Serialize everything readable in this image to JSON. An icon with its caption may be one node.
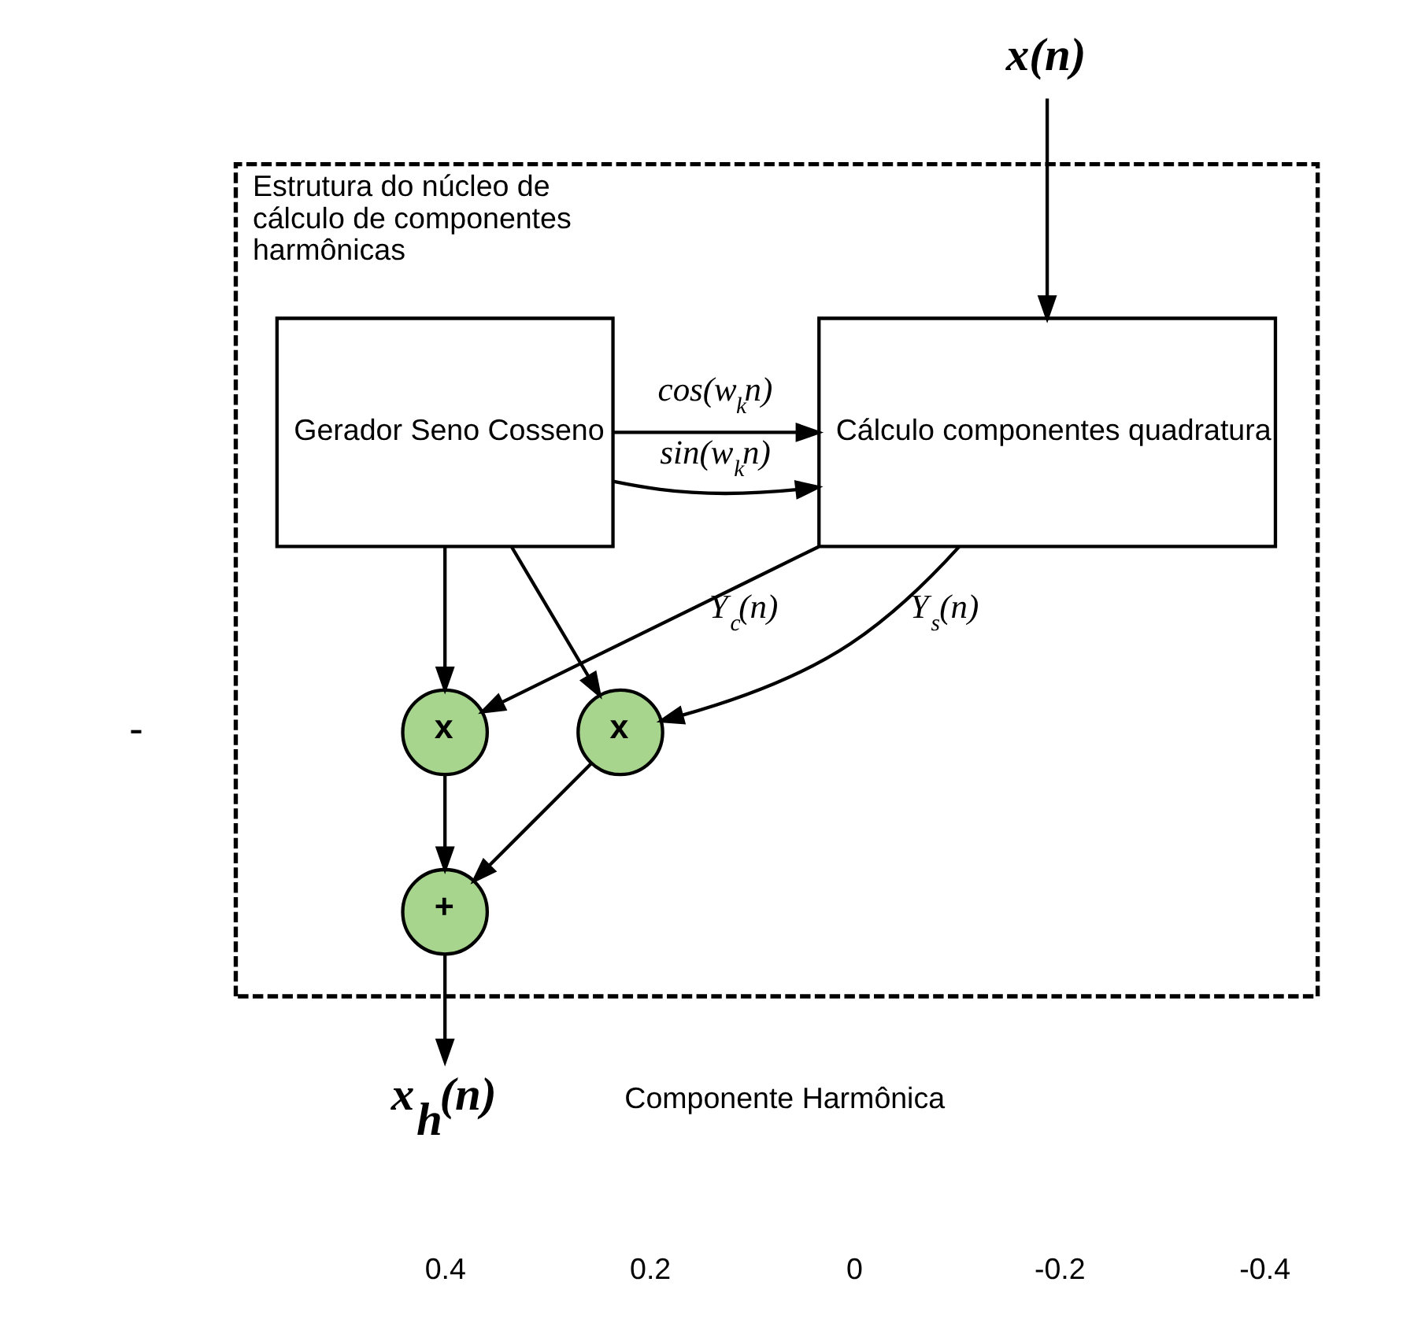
{
  "diagram": {
    "nodes": [
      {
        "text": [
          "Estrutura do núcleo de cálculo de componentes harmônicas"
        ]
      },
      {
        "text": [
          "Gerador Seno Cosseno"
        ],
        "in": 0
      },
      {
        "text": [
          "Cálculo componentes quadratura"
        ],
        "in": 0
      },
      {
        "text": [
          "x"
        ],
        "in": 0
      },
      {
        "text": [
          "x"
        ],
        "in": 0
      },
      {
        "text": [
          "+"
        ],
        "in": 0
      },
      {
        "text": [
          "x(n)"
        ]
      },
      {
        "text": [
          "x$_{h}$(n)"
        ]
      }
    ],
    "edges": [
      {
        "from": 1,
        "to": 2,
        "arrow": "to",
        "label": "cos(w$_{k}$n)"
      },
      {
        "from": 1,
        "to": 3,
        "arrow": "to"
      },
      {
        "from": 1,
        "to": 2,
        "arrow": "to",
        "label": "sin(w$_{k}$n)"
      },
      {
        "from": 1,
        "to": 4,
        "arrow": "to"
      },
      {
        "from": 6,
        "to": 2,
        "arrow": "to"
      },
      {
        "from": 2,
        "to": 3,
        "arrow": "to",
        "label": "Y$_{c}$(n)"
      },
      {
        "from": 2,
        "to": 4,
        "arrow": "to",
        "label": "Y$_{s}$(n)"
      },
      {
        "from": 4,
        "to": 5,
        "arrow": "to"
      },
      {
        "from": 3,
        "to": 5,
        "arrow": "to"
      },
      {
        "from": 5,
        "to": 7,
        "arrow": "to"
      }
    ],
    "labels": [
      "-",
      "Componente Harmônica",
      "0.4",
      "0.2",
      "0",
      "-0.2",
      "-0.4"
    ]
  }
}
